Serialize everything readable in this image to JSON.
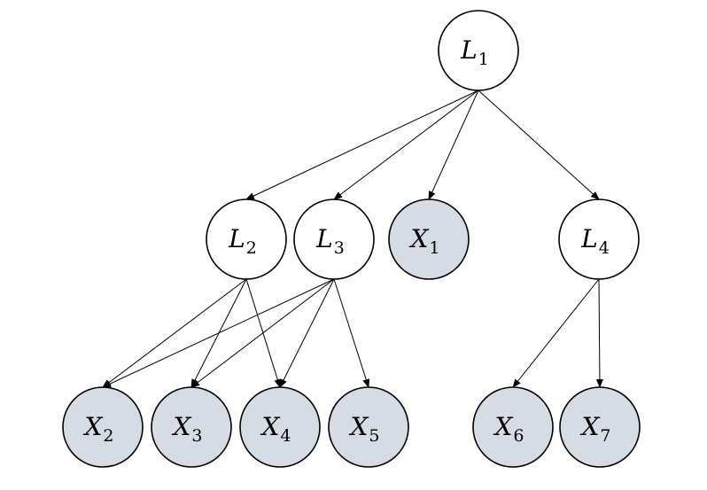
{
  "colors": {
    "latent_fill": "#ffffff",
    "observed_fill": "#d6dce5",
    "stroke": "#000000"
  },
  "nodes": [
    {
      "id": "L1",
      "letter": "L",
      "sub": "1",
      "kind": "latent"
    },
    {
      "id": "L2",
      "letter": "L",
      "sub": "2",
      "kind": "latent"
    },
    {
      "id": "L3",
      "letter": "L",
      "sub": "3",
      "kind": "latent"
    },
    {
      "id": "X1",
      "letter": "X",
      "sub": "1",
      "kind": "observed"
    },
    {
      "id": "L4",
      "letter": "L",
      "sub": "4",
      "kind": "latent"
    },
    {
      "id": "X2",
      "letter": "X",
      "sub": "2",
      "kind": "observed"
    },
    {
      "id": "X3",
      "letter": "X",
      "sub": "3",
      "kind": "observed"
    },
    {
      "id": "X4",
      "letter": "X",
      "sub": "4",
      "kind": "observed"
    },
    {
      "id": "X5",
      "letter": "X",
      "sub": "5",
      "kind": "observed"
    },
    {
      "id": "X6",
      "letter": "X",
      "sub": "6",
      "kind": "observed"
    },
    {
      "id": "X7",
      "letter": "X",
      "sub": "7",
      "kind": "observed"
    }
  ],
  "edges": [
    {
      "from": "L1",
      "to": "L2"
    },
    {
      "from": "L1",
      "to": "L3"
    },
    {
      "from": "L1",
      "to": "X1"
    },
    {
      "from": "L1",
      "to": "L4"
    },
    {
      "from": "L2",
      "to": "X2"
    },
    {
      "from": "L2",
      "to": "X3"
    },
    {
      "from": "L2",
      "to": "X4"
    },
    {
      "from": "L3",
      "to": "X2"
    },
    {
      "from": "L3",
      "to": "X3"
    },
    {
      "from": "L3",
      "to": "X4"
    },
    {
      "from": "L3",
      "to": "X5"
    },
    {
      "from": "L4",
      "to": "X6"
    },
    {
      "from": "L4",
      "to": "X7"
    }
  ]
}
